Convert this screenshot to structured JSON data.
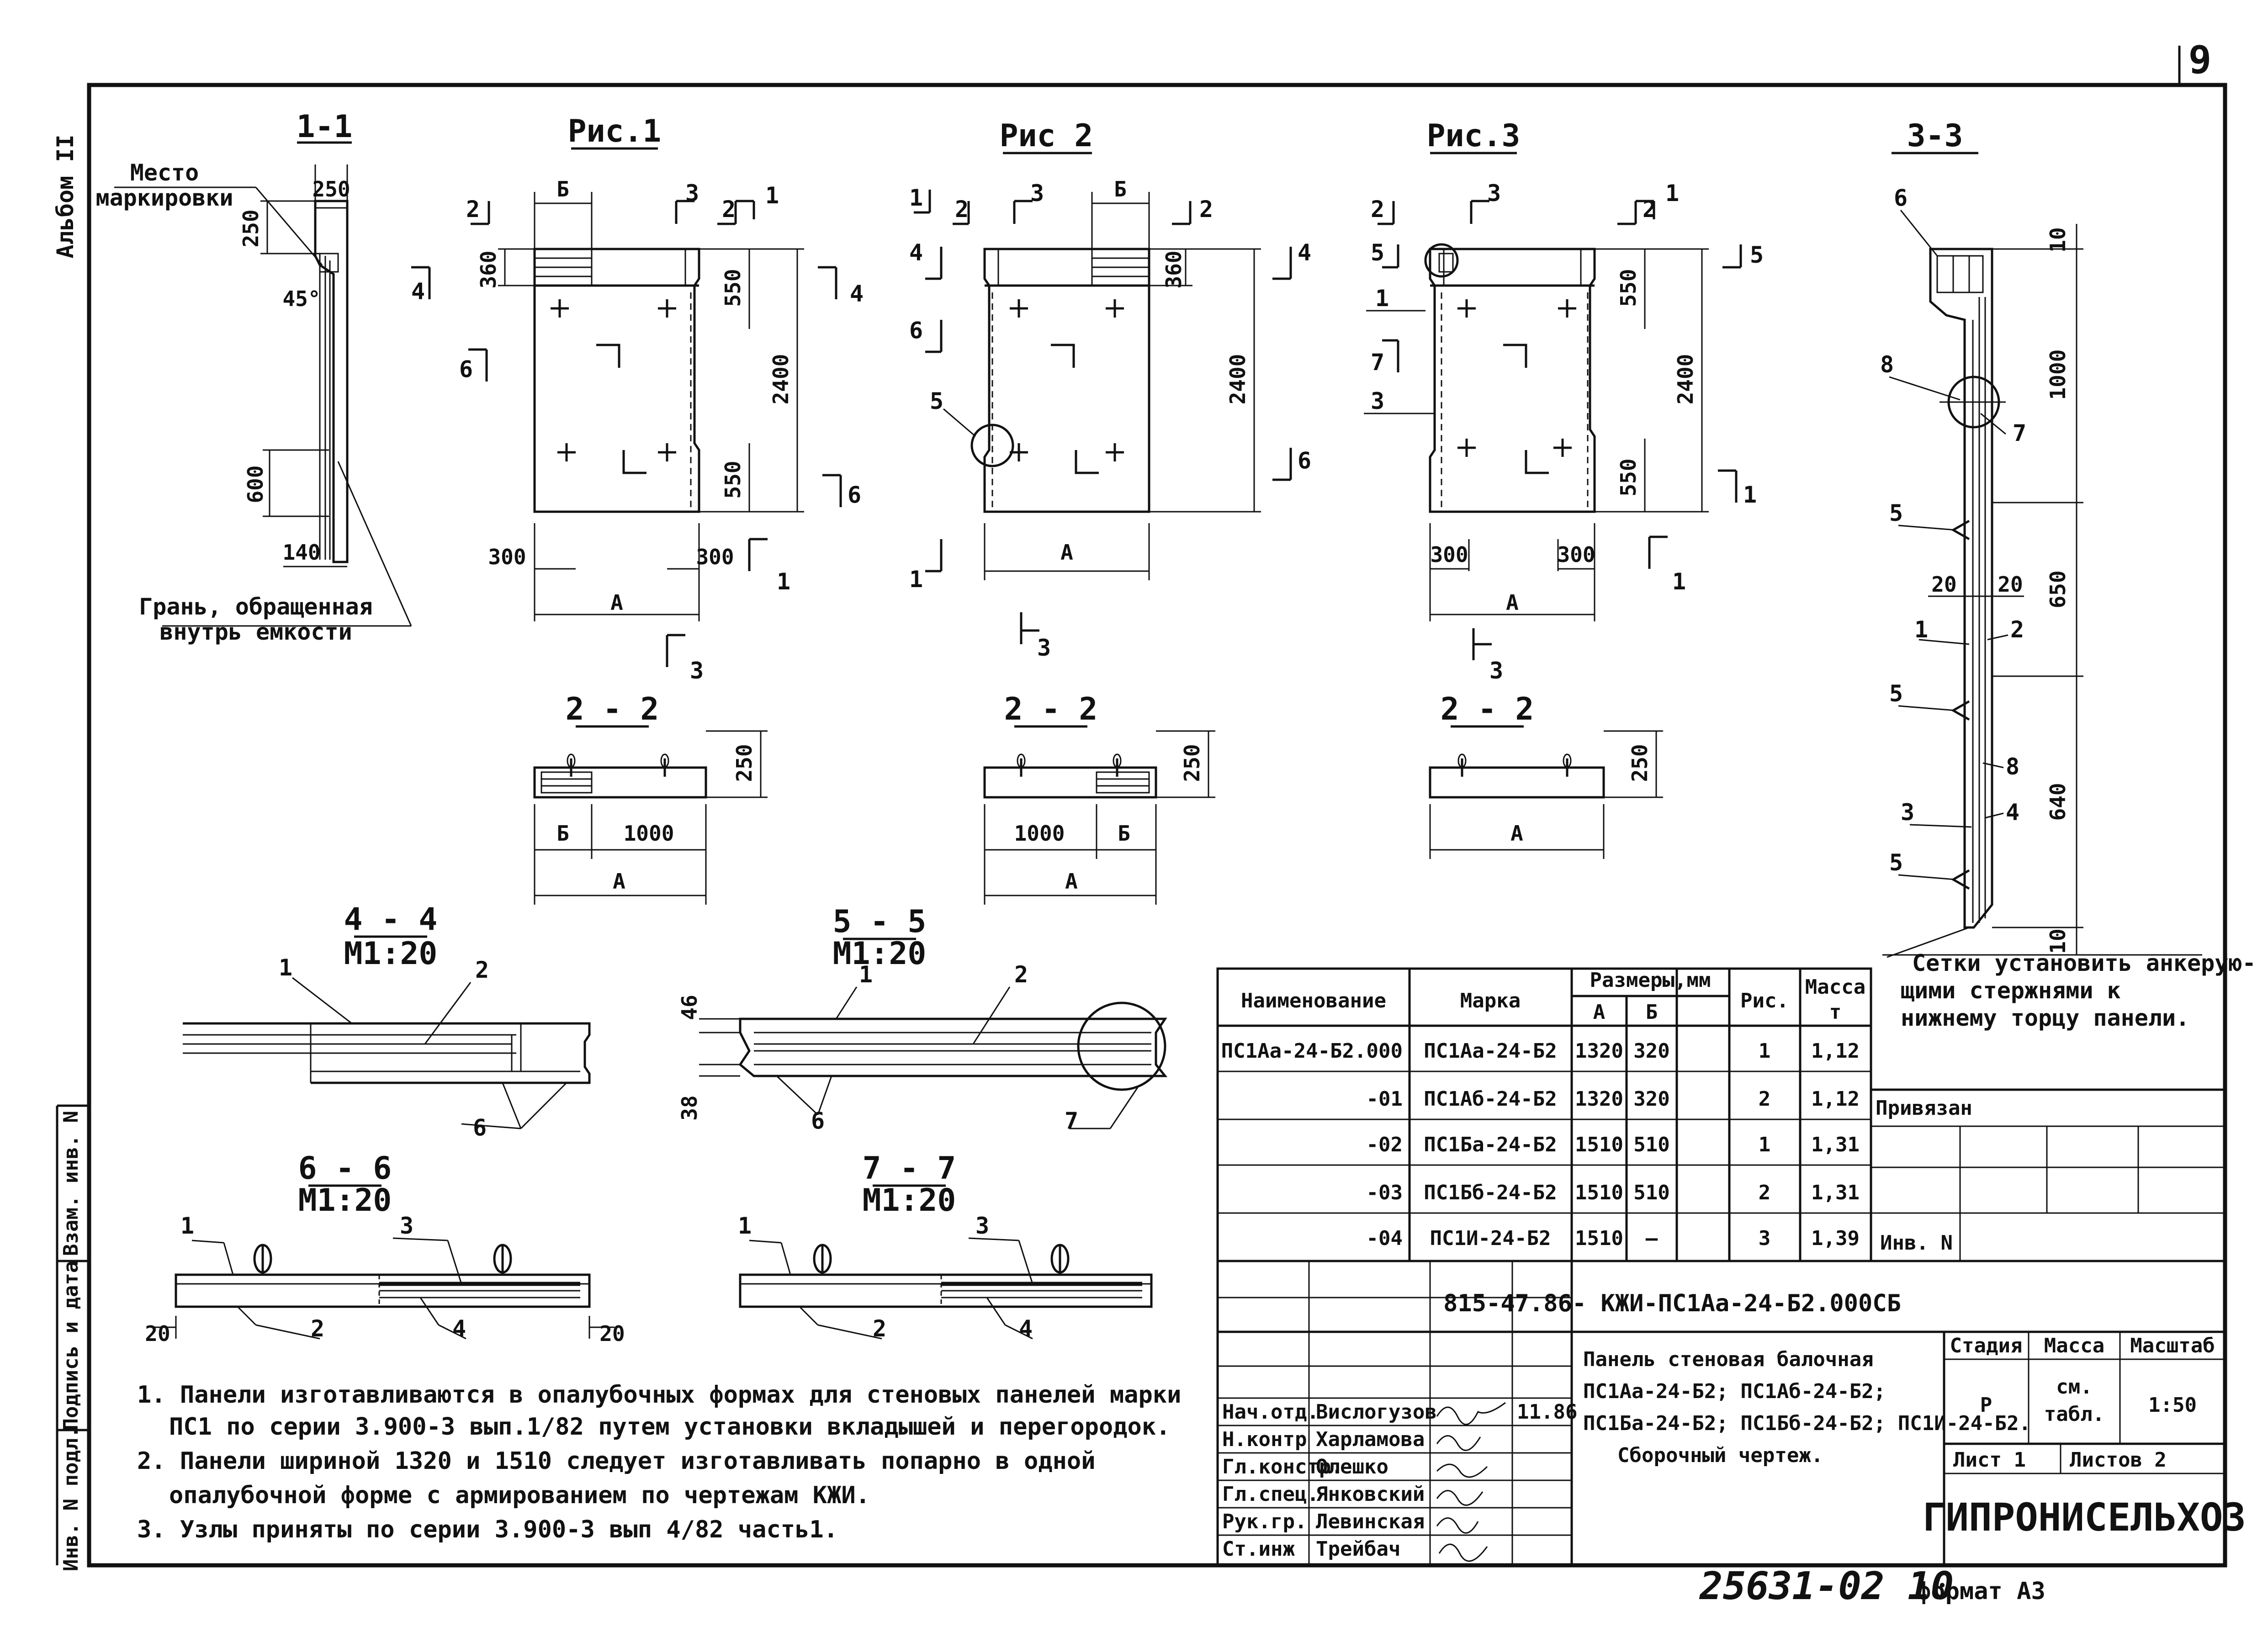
{
  "sheet": {
    "page_number": "9",
    "album_label": "Альбом II",
    "side_stamp_1": "Взам. инв. N",
    "side_stamp_2": "Подпись и дата",
    "side_stamp_3": "Инв. N подл.",
    "footer_number": "25631-02 10",
    "format": "формат А3"
  },
  "views": {
    "sec_1_1": "1-1",
    "fig1": "Рис.1",
    "fig2": "Рис 2",
    "fig3": "Рис.3",
    "sec_3_3": "3-3",
    "sec_2_2a": "2 - 2",
    "sec_2_2b": "2 - 2",
    "sec_2_2c": "2 - 2",
    "sec_4_4": "4 - 4",
    "sec_4_4_scale": "М1:20",
    "sec_5_5": "5 - 5",
    "sec_5_5_scale": "М1:20",
    "sec_6_6": "6 - 6",
    "sec_6_6_scale": "М1:20",
    "sec_7_7": "7 - 7",
    "sec_7_7_scale": "М1:20"
  },
  "labels": {
    "marking_place_1": "Место",
    "marking_place_2": "маркировки",
    "inner_face_1": "Грань, обращенная",
    "inner_face_2": "внутрь емкости",
    "mesh_note_1": "Сетки установить анкерую-",
    "mesh_note_2": "щими стержнями к",
    "mesh_note_3": "нижнему торцу панели."
  },
  "dims": {
    "d250": "250",
    "d45": "45°",
    "d600": "600",
    "d140": "140",
    "d360": "360",
    "d550": "550",
    "d2400": "2400",
    "d300": "300",
    "dA": "А",
    "dB": "Б",
    "d1000": "1000",
    "d10": "10",
    "d650": "650",
    "d640": "640",
    "d20": "20",
    "d46": "46",
    "d38": "38"
  },
  "notes": [
    "1. Панели изготавливаются в опалубочных формах для стеновых панелей марки",
    "ПС1 по серии 3.900-3 вып.1/82 путем установки вкладышей и перегородок.",
    "2. Панели шириной 1320 и 1510 следует изготавливать попарно в одной",
    "опалубочной форме с армированием по чертежам КЖИ.",
    "3. Узлы приняты по серии 3.900-3 вып 4/82 часть1."
  ],
  "spec_table": {
    "headers": {
      "name": "Наименование",
      "mark": "Марка",
      "sizes": "Размеры,мм",
      "a": "А",
      "b": "Б",
      "fig": "Рис.",
      "mass": "Масса",
      "mass_unit": "т"
    },
    "rows": [
      {
        "name": "ПС1Аа-24-Б2.000",
        "mark": "ПС1Аа-24-Б2",
        "a": "1320",
        "b": "320",
        "fig": "1",
        "mass": "1,12"
      },
      {
        "name": "-01",
        "mark": "ПС1Аб-24-Б2",
        "a": "1320",
        "b": "320",
        "fig": "2",
        "mass": "1,12"
      },
      {
        "name": "-02",
        "mark": "ПС1Ба-24-Б2",
        "a": "1510",
        "b": "510",
        "fig": "1",
        "mass": "1,31"
      },
      {
        "name": "-03",
        "mark": "ПС1Бб-24-Б2",
        "a": "1510",
        "b": "510",
        "fig": "2",
        "mass": "1,31"
      },
      {
        "name": "-04",
        "mark": "ПС1И-24-Б2",
        "a": "1510",
        "b": "—",
        "fig": "3",
        "mass": "1,39"
      }
    ]
  },
  "stamp": {
    "bound": "Привязан",
    "inv": "Инв. N",
    "doc_code": "815-47.86- КЖИ-ПС1Аа-24-Б2.000СБ",
    "title_1": "Панель стеновая балочная",
    "title_2": "ПС1Аа-24-Б2; ПС1Аб-24-Б2;",
    "title_3": "ПС1Ба-24-Б2; ПС1Бб-24-Б2; ПС1И-24-Б2.",
    "title_4": "Сборочный чертеж.",
    "stage_h": "Стадия",
    "mass_h": "Масса",
    "scale_h": "Масштаб",
    "stage": "Р",
    "mass_v1": "см.",
    "mass_v2": "табл.",
    "scale": "1:50",
    "sheet": "Лист 1",
    "sheets": "Листов 2",
    "org": "ГИПРОНИСЕЛЬХОЗ",
    "date": "11.86",
    "signers": [
      {
        "role": "Нач.отд.",
        "name": "Вислогузов"
      },
      {
        "role": "Н.контр",
        "name": "Харламова"
      },
      {
        "role": "Гл.констр.",
        "name": "Олешко"
      },
      {
        "role": "Гл.спец.",
        "name": "Янковский"
      },
      {
        "role": "Рук.гр.",
        "name": "Левинская"
      },
      {
        "role": "Ст.инж",
        "name": "Трейбач"
      }
    ]
  }
}
